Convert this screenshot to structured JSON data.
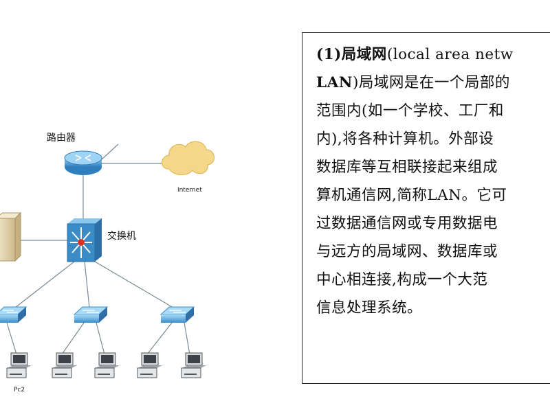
{
  "diagram": {
    "router_label": "路由器",
    "switch_label": "交换机",
    "internet_label": "Internet",
    "pc_label": "Pc2"
  },
  "description": {
    "heading": "(1)局域网",
    "heading_rest": "(local area netw",
    "line2_bold": "LAN",
    "line2_rest": ")局域网是在一个局部的",
    "line3": "范围内(如一个学校、工厂和",
    "line4": "内),将各种计算机。外部设",
    "line5": "数据库等互相联接起来组成",
    "line6": "算机通信网,简称LAN。它可",
    "line7": "过数据通信网或专用数据电",
    "line8": "与远方的局域网、数据库或",
    "line9": "中心相连接,构成一个大范",
    "line10": "信息处理系统。"
  },
  "colors": {
    "device_blue": "#3a8bc6",
    "device_light": "#86c4ec",
    "cloud_fill": "#f5d78a",
    "server_fill": "#e9dcb6",
    "switch_center": "#d9342a"
  }
}
